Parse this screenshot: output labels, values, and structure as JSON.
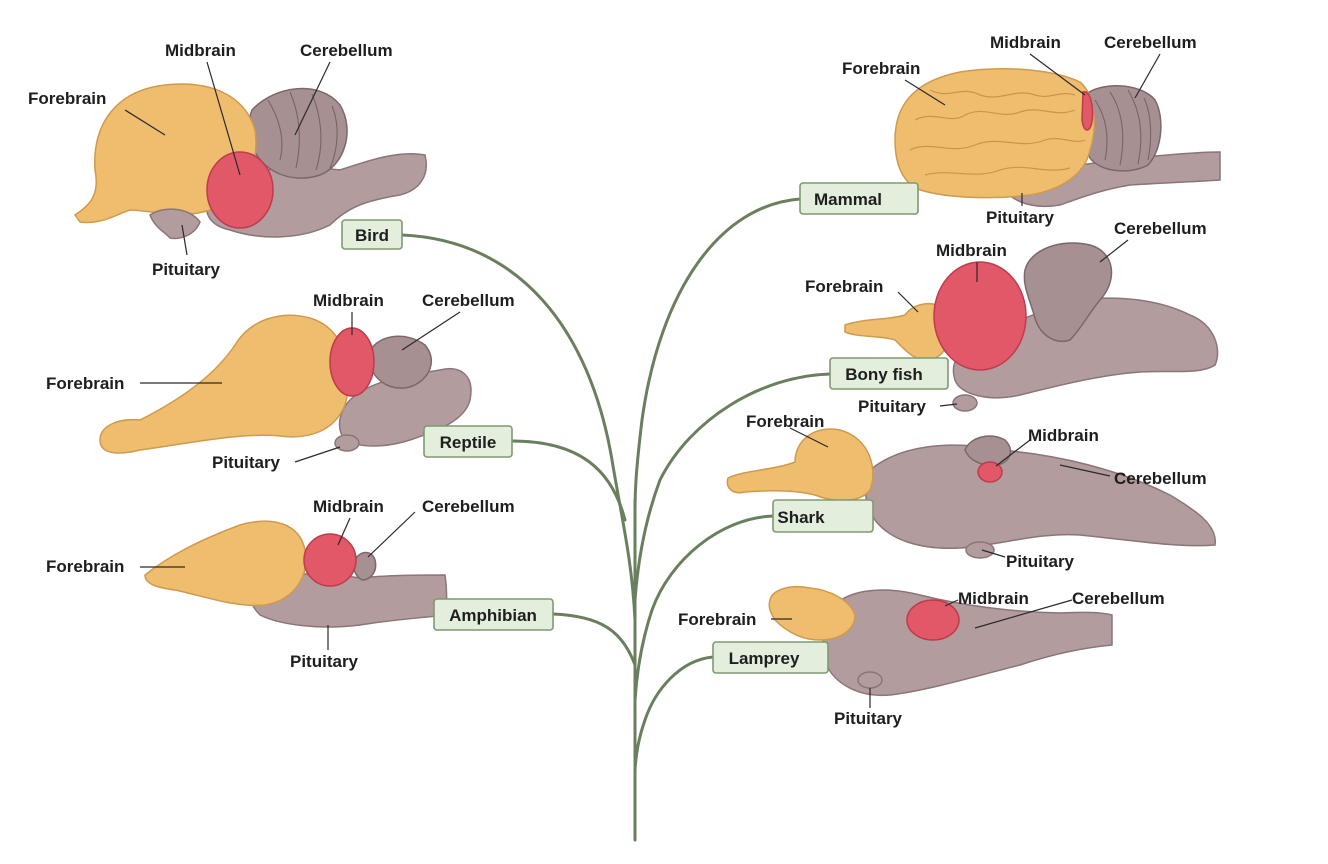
{
  "colors": {
    "forebrain": "#efbd6e",
    "midbrain": "#e15868",
    "brainstem": "#b39c9e",
    "cerebellum": "#a79092",
    "tree_branch": "#6a7f5e",
    "tag_fill": "#e4eedd"
  },
  "taxa": {
    "bird": "Bird",
    "reptile": "Reptile",
    "amphibian": "Amphibian",
    "mammal": "Mammal",
    "bony_fish": "Bony fish",
    "shark": "Shark",
    "lamprey": "Lamprey"
  },
  "labels": {
    "forebrain": "Forebrain",
    "midbrain": "Midbrain",
    "cerebellum": "Cerebellum",
    "pituitary": "Pituitary"
  }
}
